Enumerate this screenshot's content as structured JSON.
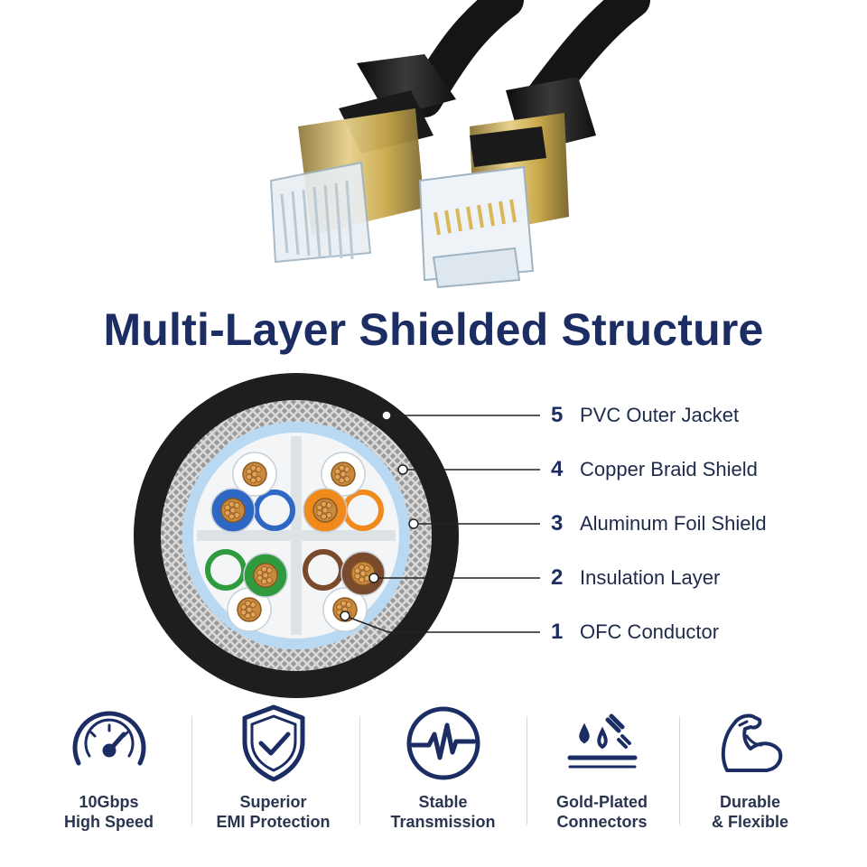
{
  "title": "Multi-Layer Shielded Structure",
  "colors": {
    "navy": "#1b2d63",
    "jacket": "#1e1e1e",
    "gold": "#c9a84a",
    "copper": "#c98a3e",
    "braid": "#a9a9a9",
    "foil": "#b9d9f2"
  },
  "layers": [
    {
      "number": "5",
      "label": "PVC Outer Jacket"
    },
    {
      "number": "4",
      "label": "Copper Braid Shield"
    },
    {
      "number": "3",
      "label": "Aluminum Foil Shield"
    },
    {
      "number": "2",
      "label": "Insulation Layer"
    },
    {
      "number": "1",
      "label": "OFC Conductor"
    }
  ],
  "wire_pairs": [
    {
      "color": "#2f67c4",
      "color_name": "blue"
    },
    {
      "color": "#f08a1c",
      "color_name": "orange"
    },
    {
      "color": "#2f9a3e",
      "color_name": "green"
    },
    {
      "color": "#7a4a2c",
      "color_name": "brown"
    }
  ],
  "features": [
    {
      "icon": "speedometer-icon",
      "line1": "10Gbps",
      "line2": "High Speed"
    },
    {
      "icon": "shield-check-icon",
      "line1": "Superior",
      "line2": "EMI Protection"
    },
    {
      "icon": "waveform-icon",
      "line1": "Stable",
      "line2": "Transmission"
    },
    {
      "icon": "gold-plating-icon",
      "line1": "Gold-Plated",
      "line2": "Connectors"
    },
    {
      "icon": "flexed-arm-icon",
      "line1": "Durable",
      "line2": "& Flexible"
    }
  ]
}
